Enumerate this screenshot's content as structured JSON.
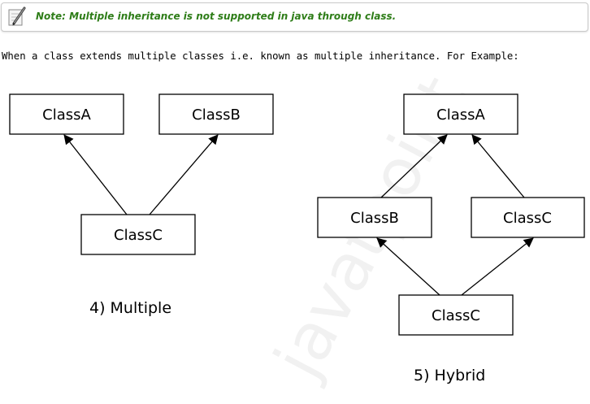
{
  "note": {
    "icon": "pencil-note-icon",
    "text": "Note: Multiple inheritance is not supported in java through class."
  },
  "intro_text": "When a class extends multiple classes i.e. known as multiple inheritance. For Example:",
  "multiple": {
    "class_a": "ClassA",
    "class_b": "ClassB",
    "class_c": "ClassC",
    "caption": "4)  Multiple"
  },
  "hybrid": {
    "class_a": "ClassA",
    "class_b": "ClassB",
    "class_c_right": "ClassC",
    "class_c_bottom": "ClassC",
    "caption": "5) Hybrid"
  },
  "watermark": "javatpoint"
}
